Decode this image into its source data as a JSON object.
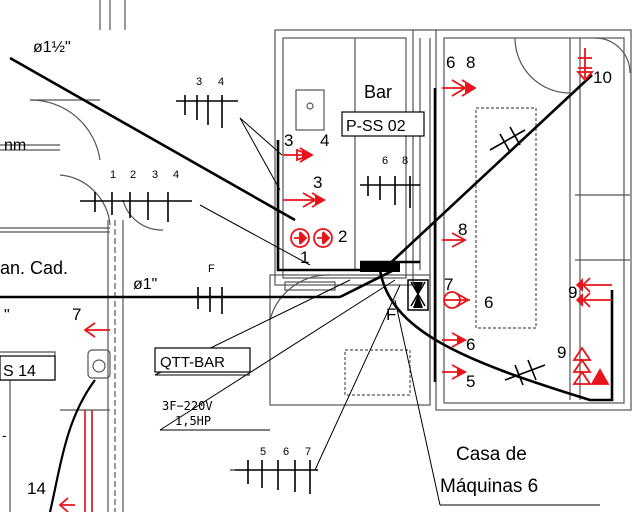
{
  "pipe_labels": {
    "d_one_half": "ø1½\"",
    "d_one": "ø1\"",
    "d_cut": "\""
  },
  "room_labels": {
    "bar": "Bar",
    "bar_code": "P-SS 02",
    "mm_fragment": "nm",
    "san_cad": "an. Cad.",
    "s14": "S 14",
    "qtt_bar": "QTT-BAR",
    "machine_room_line1": "Casa de",
    "machine_room_line2": "Máquinas 6",
    "dash": "-"
  },
  "equipment": {
    "voltage": "3F−220V",
    "power": "1,5HP"
  },
  "conduit_groups": {
    "top_34": [
      "3",
      "4"
    ],
    "left_1234": [
      "1",
      "2",
      "3",
      "4"
    ],
    "right_68": [
      "6",
      "8"
    ],
    "bottom_567": [
      "5",
      "6",
      "7"
    ],
    "f_label": "F"
  },
  "outlet_numbers": {
    "n3a": "3",
    "n4": "4",
    "n3b": "3",
    "n2": "2",
    "n1": "1",
    "n6top": "6",
    "n8top": "8",
    "n10": "10",
    "n8mid": "8",
    "n7": "7",
    "n6a": "6",
    "n6b": "6",
    "n5": "5",
    "n9a": "9",
    "n9b": "9",
    "n7left": "7",
    "n14": "14",
    "nF": "F"
  },
  "colors": {
    "line": "#000000",
    "wall": "#555555",
    "outlet": "#e8141b"
  }
}
